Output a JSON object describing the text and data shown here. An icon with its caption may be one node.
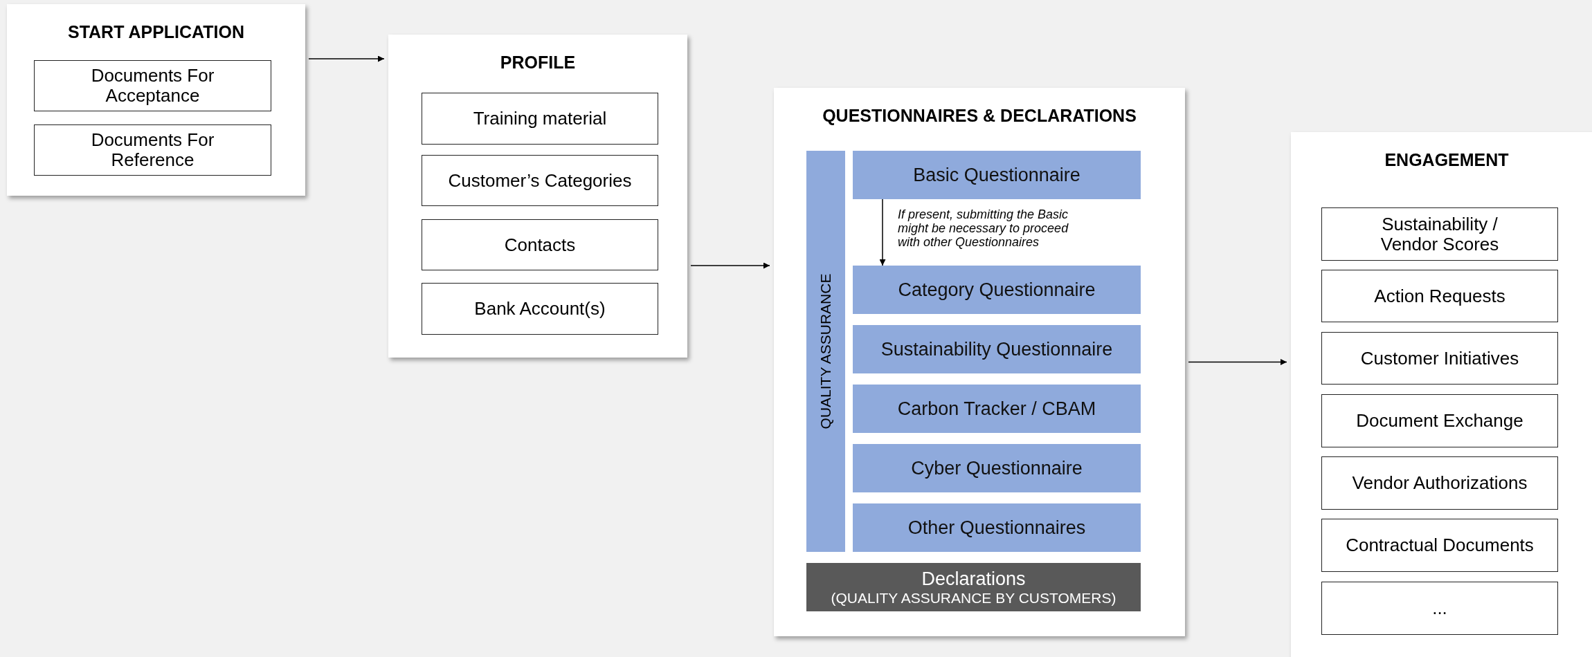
{
  "diagram": {
    "nodes": [
      {
        "text": [
          "START APPLICATION"
        ]
      },
      {
        "text": [
          "Documents For Acceptance"
        ],
        "in": 0
      },
      {
        "text": [
          "Documents For Reference"
        ],
        "in": 0
      },
      {
        "text": [
          "PROFILE"
        ]
      },
      {
        "text": [
          "Training material"
        ],
        "in": 3
      },
      {
        "text": [
          "Customer’s Categories"
        ],
        "in": 3
      },
      {
        "text": [
          "Contacts"
        ],
        "in": 3
      },
      {
        "text": [
          "Bank Account(s)"
        ],
        "in": 3
      },
      {
        "text": [
          "QUESTIONNAIRES & DECLARATIONS"
        ]
      },
      {
        "text": [
          "QUALITY ASSURANCE"
        ],
        "in": 8
      },
      {
        "text": [
          "Basic Questionnaire"
        ],
        "in": 8
      },
      {
        "text": [
          "Category Questionnaire"
        ],
        "in": 8
      },
      {
        "text": [
          "Sustainability Questionnaire"
        ],
        "in": 8
      },
      {
        "text": [
          "Carbon Tracker / CBAM"
        ],
        "in": 8
      },
      {
        "text": [
          "Cyber Questionnaire"
        ],
        "in": 8
      },
      {
        "text": [
          "Other Questionnaires"
        ],
        "in": 8
      },
      {
        "text": [
          "Declarations",
          "(QUALITY ASSURANCE BY CUSTOMERS)"
        ],
        "in": 8
      },
      {
        "text": [
          "ENGAGEMENT"
        ]
      },
      {
        "text": [
          "Sustainability / Vendor Scores"
        ],
        "in": 17
      },
      {
        "text": [
          "Action Requests"
        ],
        "in": 17
      },
      {
        "text": [
          "Customer Initiatives"
        ],
        "in": 17
      },
      {
        "text": [
          "Document Exchange"
        ],
        "in": 17
      },
      {
        "text": [
          "Vendor Authorizations"
        ],
        "in": 17
      },
      {
        "text": [
          "Contractual Documents"
        ],
        "in": 17
      },
      {
        "text": [
          "..."
        ],
        "in": 17
      }
    ],
    "edges": [
      {
        "from": 0,
        "to": 3,
        "arrow": "to"
      },
      {
        "from": 3,
        "to": 8,
        "arrow": "to"
      },
      {
        "from": 10,
        "to": 11,
        "arrow": "to",
        "label": "If present, submitting the Basic might be necessary to proceed with other Questionnaires"
      },
      {
        "from": 8,
        "to": 17,
        "arrow": "to"
      }
    ]
  }
}
